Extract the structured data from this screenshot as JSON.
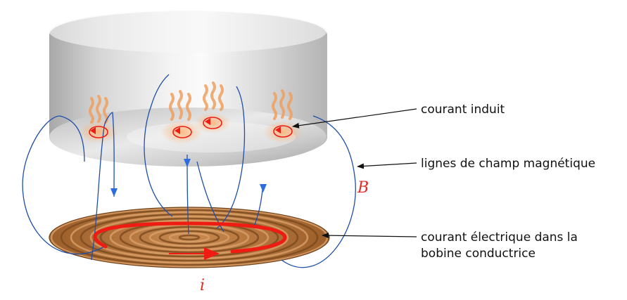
{
  "labels": {
    "induced_current": "courant induit",
    "field_lines": "lignes de champ magnétique",
    "coil_current_line1": "courant électrique dans la",
    "coil_current_line2": "bobine conductrice",
    "field_symbol": "B",
    "current_symbol": "i"
  },
  "colors": {
    "pan_light": "#f4f4f4",
    "pan_mid": "#c9c9c9",
    "pan_dark": "#9a9a9a",
    "coil_copper": "#c07a3c",
    "coil_dark": "#7a4a1e",
    "coil_light": "#d9a06a",
    "field_line": "#1f4fa8",
    "field_arrow": "#2b6de0",
    "current": "#ee1c13",
    "heat": "#f19a4d",
    "annotation_symbol": "#e02b24",
    "pointer": "#111111"
  },
  "icons": {
    "heat_waves": "wavy-heat-icon",
    "eddy_loop": "circular-arrow-icon"
  }
}
